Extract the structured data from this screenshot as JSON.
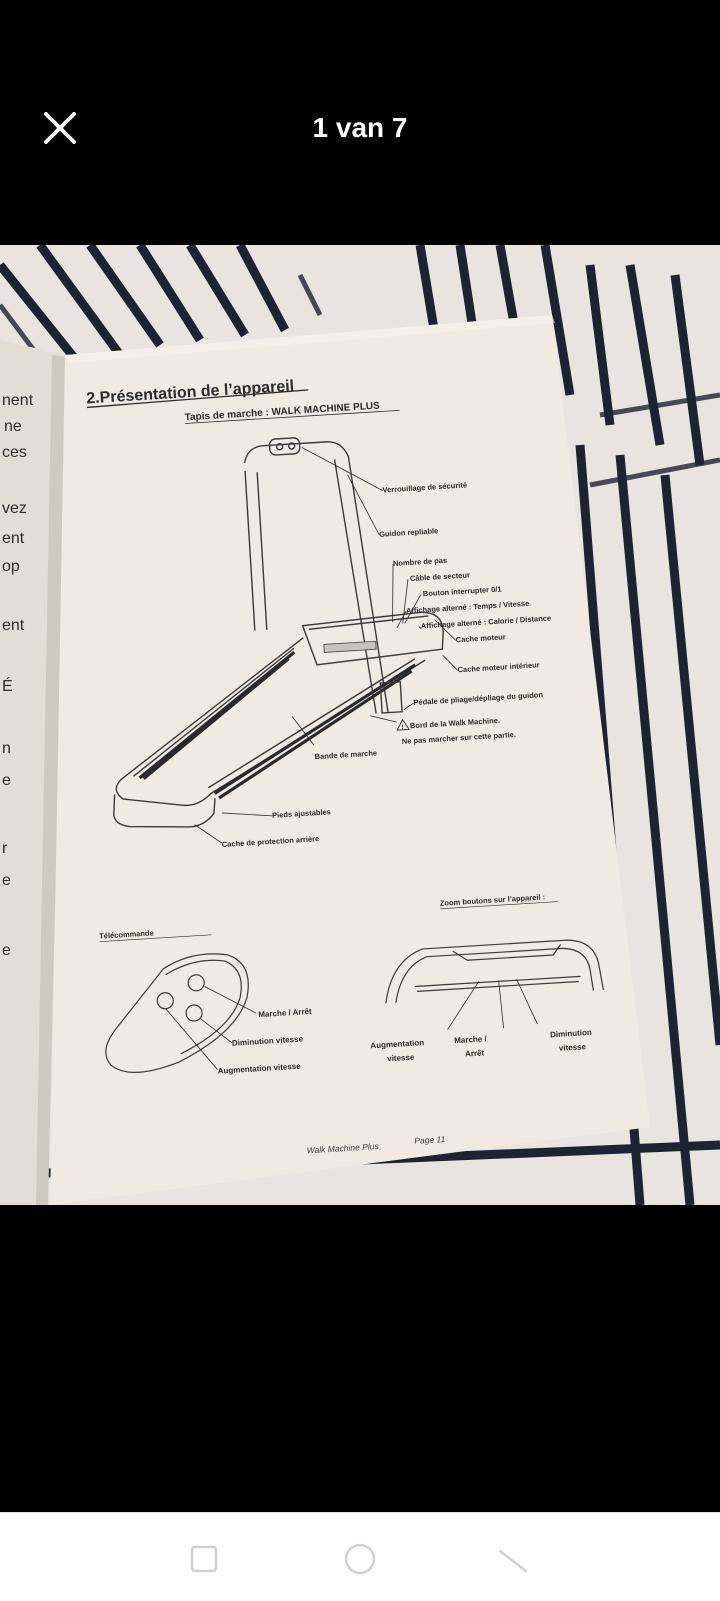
{
  "viewer": {
    "counter_text": "1 van 7",
    "close_icon": "close-icon"
  },
  "manual": {
    "section_title": "2.Présentation de l’appareil",
    "subtitle": "Tapis de marche : WALK MACHINE PLUS",
    "callouts": [
      "Verrouillage de sécurité",
      "Guidon repliable",
      "Nombre de pas",
      "Câble de secteur",
      "Bouton interrupter 0/1",
      "Affichage alterné : Temps / Vitesse",
      "Affichage alterné : Calorie / Distance",
      "Cache moteur",
      "Cache moteur intérieur",
      "Pédale de pliage/dépliage du guidon",
      "Bord de la Walk Machine.",
      "Ne pas marcher sur cette partie.",
      "Bande de marche",
      "Pieds ajustables",
      "Cache de protection arrière"
    ],
    "remote_title": "Télécommande",
    "remote_labels": [
      "Marche / Arrêt",
      "Diminution vitesse",
      "Augmentation vitesse"
    ],
    "zoom_title": "Zoom boutons sur l’appareil :",
    "zoom_labels": [
      "Augmentation",
      "vitesse",
      "Marche /",
      "Arrêt",
      "Diminution",
      "vitesse"
    ],
    "footer_name": "Walk Machine Plus",
    "footer_page": "Page 11",
    "left_page_fragments": [
      "nent",
      "ne",
      "ces",
      "vez",
      "ent",
      "op",
      "ent",
      "É",
      "n",
      "e",
      "r",
      "e",
      "e"
    ]
  },
  "colors": {
    "background": "#000000",
    "paper": "#efeae2",
    "ink": "#2b2b2b",
    "navbar": "#ffffff"
  }
}
